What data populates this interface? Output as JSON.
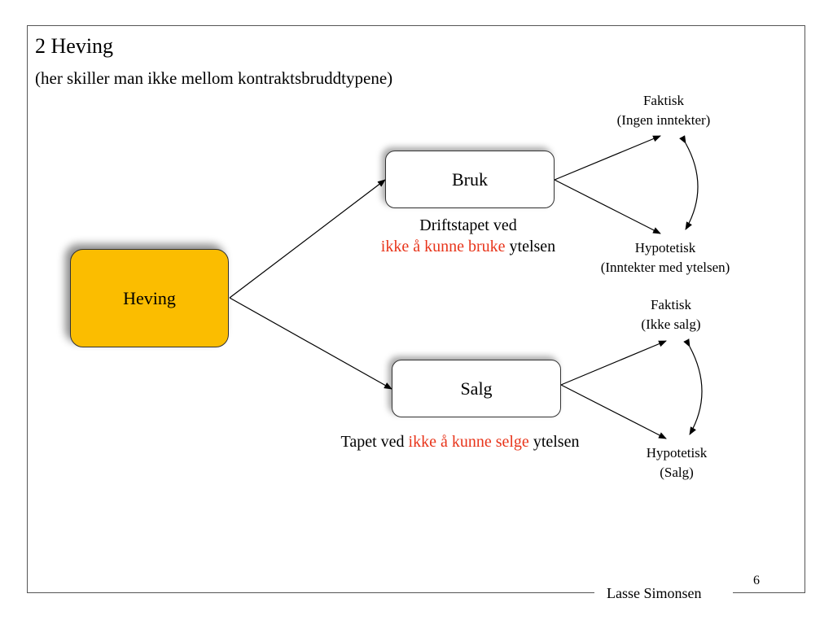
{
  "slide": {
    "title": "2 Heving",
    "subtitle": "(her skiller man ikke mellom kontraktsbruddtypene)",
    "page_number": "6",
    "author": "Lasse Simonsen"
  },
  "colors": {
    "root_fill": "#fbbd00",
    "highlight_text": "#e8351b"
  },
  "diagram": {
    "root": {
      "label": "Heving"
    },
    "branches": [
      {
        "label": "Bruk",
        "caption_line1": "Driftstapet ved",
        "caption_red": "ikke å kunne bruke",
        "caption_rest": " ytelsen",
        "outcome_top_line1": "Faktisk",
        "outcome_top_line2": "(Ingen inntekter)",
        "outcome_bottom_line1": "Hypotetisk",
        "outcome_bottom_line2": "(Inntekter med ytelsen)"
      },
      {
        "label": "Salg",
        "caption_prefix": "Tapet ved ",
        "caption_red": "ikke å kunne selge",
        "caption_rest": " ytelsen",
        "outcome_top_line1": "Faktisk",
        "outcome_top_line2": "(Ikke salg)",
        "outcome_bottom_line1": "Hypotetisk",
        "outcome_bottom_line2": "(Salg)"
      }
    ]
  }
}
